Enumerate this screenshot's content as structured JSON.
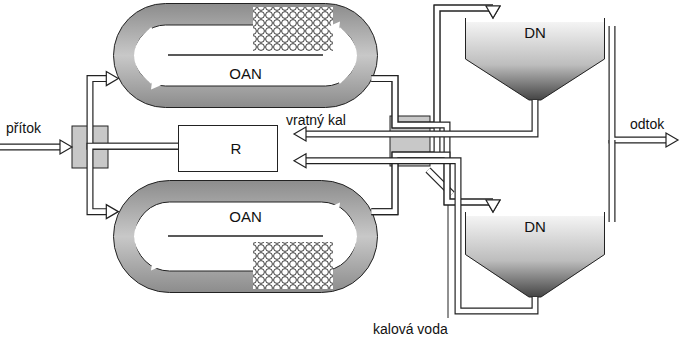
{
  "diagram": {
    "nodes": [
      {
        "text": [
          "OAN"
        ]
      },
      {
        "text": [
          "R"
        ]
      },
      {
        "text": [
          "OAN"
        ]
      },
      {
        "text": [
          "DN"
        ]
      },
      {
        "text": [
          "DN"
        ]
      }
    ],
    "edges": [
      {
        "from": 0,
        "to": 3,
        "arrow": "to"
      },
      {
        "from": 2,
        "to": 3,
        "arrow": "to"
      },
      {
        "from": 0,
        "to": 4,
        "arrow": "to"
      },
      {
        "from": 2,
        "to": 4,
        "arrow": "to"
      },
      {
        "from": 3,
        "to": 1,
        "arrow": "to",
        "label": "vratný kal"
      },
      {
        "from": 4,
        "to": 1,
        "arrow": "to"
      },
      {
        "from": 1,
        "to": 0,
        "arrow": "to"
      },
      {
        "from": 1,
        "to": 2,
        "arrow": "to"
      }
    ],
    "labels": [
      "přítok",
      "odtok",
      "kalová voda"
    ]
  }
}
